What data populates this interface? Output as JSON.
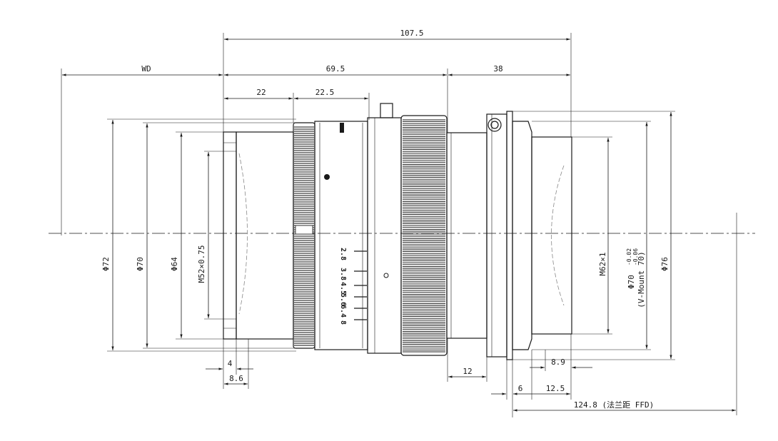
{
  "dimensions": {
    "overall_length": "107.5",
    "working_distance": "WD",
    "front_section": "69.5",
    "rear_section": "38",
    "front_ring": "22",
    "focus_ring": "22.5",
    "dia_72": "Φ72",
    "dia_70": "Φ70",
    "dia_64": "Φ64",
    "filter_thread": "M52×0.75",
    "bottom_4": "4",
    "bottom_8_6": "8.6",
    "bottom_12": "12",
    "bottom_6": "6",
    "bottom_12_5": "12.5",
    "bottom_8_9": "8.9",
    "flange_focal_distance": "124.8 (法兰距 FFD)",
    "mount_thread": "M62×1",
    "mount_dia": "Φ70",
    "mount_tol_upper": "-0.02",
    "mount_tol_lower": "-0.06",
    "mount_name": "(V-Mount 70)",
    "dia_76": "Φ76"
  },
  "aperture_scale": [
    "2.8",
    "3.8",
    "4.5",
    "5.6",
    "6.4",
    "8"
  ],
  "colors": {
    "line": "#1a1a1a",
    "background": "#ffffff"
  }
}
